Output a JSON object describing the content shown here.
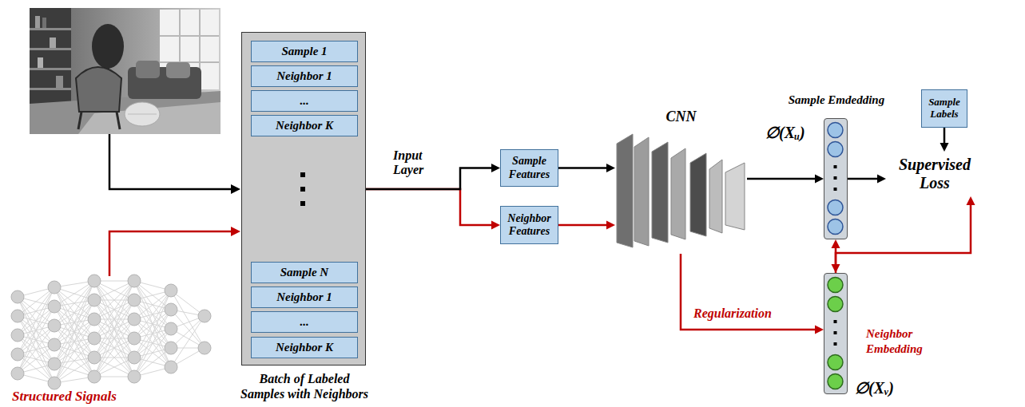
{
  "diagram": {
    "nodes": [
      {
        "text": [
          "Batch of Labeled Samples with Neighbors"
        ]
      },
      {
        "text": [
          "Sample 1"
        ],
        "in": 0
      },
      {
        "text": [
          "Neighbor 1"
        ],
        "in": 0
      },
      {
        "text": [
          "..."
        ],
        "in": 0
      },
      {
        "text": [
          "Neighbor K"
        ],
        "in": 0
      },
      {
        "text": [
          "Sample N"
        ],
        "in": 0
      },
      {
        "text": [
          "Neighbor 1"
        ],
        "in": 0
      },
      {
        "text": [
          "..."
        ],
        "in": 0
      },
      {
        "text": [
          "Neighbor K"
        ],
        "in": 0
      },
      {
        "text": [
          "Sample Features"
        ]
      },
      {
        "text": [
          "Neighbor Features"
        ]
      },
      {
        "text": [
          "CNN"
        ]
      },
      {
        "text": [
          "Sample Labels"
        ]
      },
      {
        "text": [
          "Sample Emdedding",
          "∅(Xᵤ)"
        ]
      },
      {
        "text": [
          "Supervised Loss"
        ]
      },
      {
        "text": [
          "Neighbor Embedding",
          "∅(Xᵥ)"
        ]
      }
    ],
    "edges": [
      {
        "from": 0,
        "to": 9,
        "arrow": "to",
        "label": "Input Layer"
      },
      {
        "from": 0,
        "to": 10,
        "arrow": "to"
      },
      {
        "from": 9,
        "to": 11,
        "arrow": "to"
      },
      {
        "from": 10,
        "to": 11,
        "arrow": "to"
      },
      {
        "from": 11,
        "to": 13,
        "arrow": "to"
      },
      {
        "from": 13,
        "to": 14,
        "arrow": "to"
      },
      {
        "from": 12,
        "to": 14,
        "arrow": "to"
      },
      {
        "from": 11,
        "to": 15,
        "arrow": "to",
        "label": "Regularization"
      },
      {
        "from": 13,
        "to": 15,
        "arrow": "both"
      },
      {
        "from": 15,
        "to": 14,
        "arrow": "to"
      }
    ],
    "labels": [
      "Structured Signals"
    ]
  }
}
